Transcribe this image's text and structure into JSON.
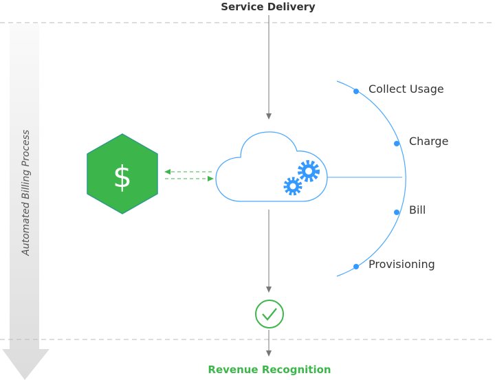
{
  "title_top": "Service Delivery",
  "title_bottom": "Revenue Recognition",
  "side_label": "Automated Billing Process",
  "steps": [
    "Collect Usage",
    "Charge",
    "Bill",
    "Provisioning"
  ],
  "icons": {
    "hub": "dollar-hexagon-icon",
    "cloud": "cloud-gears-icon",
    "done": "check-circle-icon"
  },
  "dollar": "$",
  "colors": {
    "green": "#3cb54a",
    "blue": "#3399ff",
    "gray": "#777777"
  }
}
